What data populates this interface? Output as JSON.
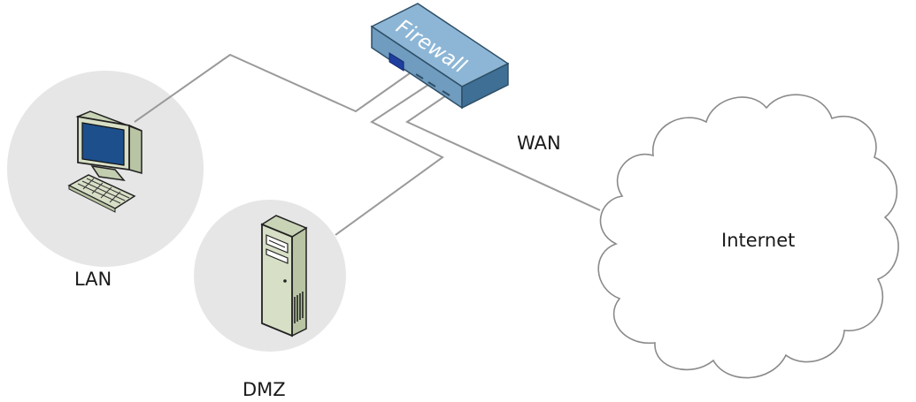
{
  "diagram": {
    "nodes": {
      "lan": {
        "label": "LAN",
        "icon": "desktop-computer-icon"
      },
      "dmz": {
        "label": "DMZ",
        "icon": "server-tower-icon"
      },
      "firewall": {
        "label": "Firewall",
        "icon": "firewall-appliance-icon"
      },
      "internet": {
        "label": "Internet",
        "icon": "cloud-icon"
      }
    },
    "links": {
      "wan": {
        "label": "WAN"
      }
    },
    "colors": {
      "zone_circle": "#e6e6e6",
      "link_line": "#9a9a9a",
      "firewall_body": "#6f9cbf",
      "firewall_dark": "#3f6f94",
      "monitor_screen": "#1d4f8c",
      "device_body": "#d7dfc6",
      "cloud_outline": "#8a8a8a"
    }
  }
}
